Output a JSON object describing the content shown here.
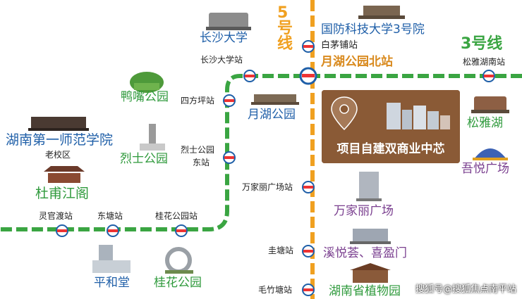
{
  "lines": {
    "line5": "5号线",
    "line3": "3号线"
  },
  "stations": {
    "baimaopu": "白茅铺站",
    "yuehu_north": "月湖公园北站",
    "songya_south": "松雅湖南站",
    "changsha_univ": "长沙大学站",
    "sifangping": "四方坪站",
    "lieshi_line1": "烈士公园",
    "lieshi_line2": "东站",
    "wanjiali": "万家丽广场站",
    "guitang": "圭塘站",
    "maozhutang": "毛竹塘站",
    "lingguandu": "灵官渡站",
    "dongtang": "东塘站",
    "guihua": "桂花公园站"
  },
  "places": {
    "changsha_univ": "长沙大学",
    "nudt": "国防科技大学3号院",
    "yazui": "鸭嘴公园",
    "yuehu": "月湖公园",
    "songyahu": "松雅湖",
    "normal_univ": "湖南第一师范学院",
    "old_campus": "老校区",
    "lieshi": "烈士公园",
    "dufu": "杜甫江阁",
    "wuyue": "吾悦广场",
    "wanjiali": "万家丽广场",
    "xiyue": "溪悦荟、喜盈门",
    "pinghe": "平和堂",
    "guihua": "桂花公园",
    "botanical": "湖南省植物园"
  },
  "project": {
    "label": "项目自建双商业中芯"
  },
  "watermark": "搜狐号@搜狐焦点南平站",
  "colors": {
    "line5": "#f0a020",
    "line3": "#3aa542",
    "project_bg": "#8a5a36",
    "place_blue": "#1f5fa8",
    "place_green": "#2f9a3c",
    "place_purple": "#7a3f8f"
  }
}
